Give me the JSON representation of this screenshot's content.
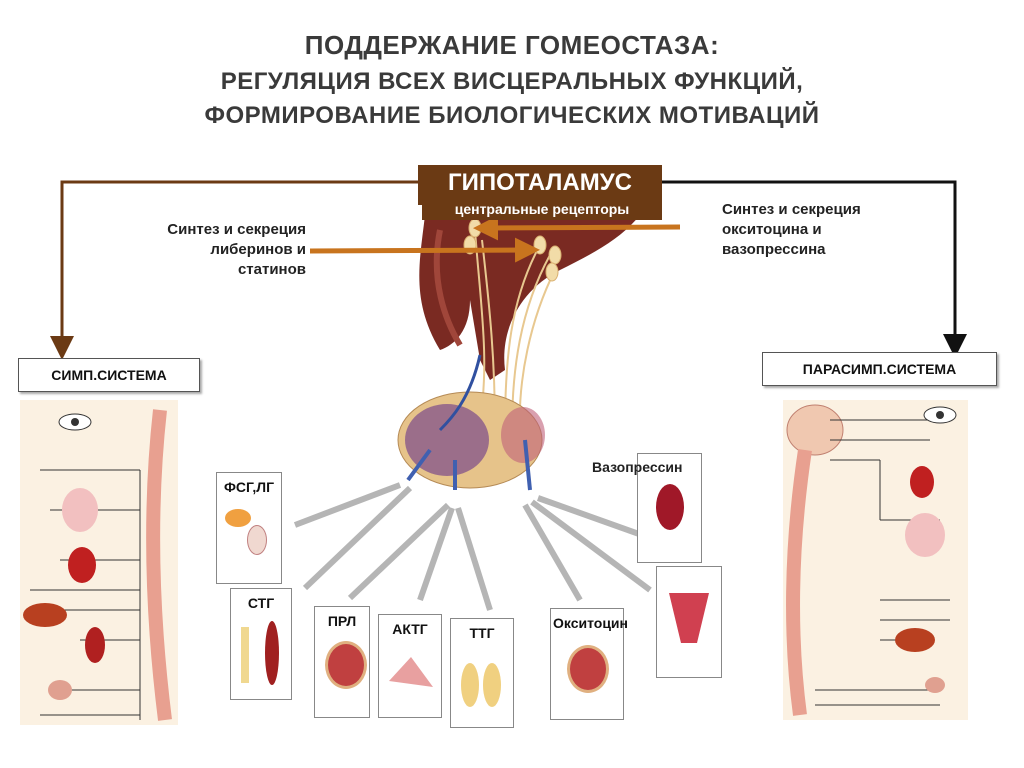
{
  "title": {
    "line1": "ПОДДЕРЖАНИЕ ГОМЕОСТАЗА:",
    "line2": "РЕГУЛЯЦИЯ ВСЕХ ВИСЦЕРАЛЬНЫХ ФУНКЦИЙ,",
    "line3": "ФОРМИРОВАНИЕ БИОЛОГИЧЕСКИХ МОТИВАЦИЙ"
  },
  "hypothalamus": {
    "label": "ГИПОТАЛАМУС",
    "receptors": "центральные рецепторы"
  },
  "left_note": [
    "Синтез и секреция",
    "либеринов и",
    "статинов"
  ],
  "right_note": [
    "Синтез и секреция",
    "окситоцина и",
    "вазопрессина"
  ],
  "systems": {
    "symp": "СИМП.СИСТЕМА",
    "parasymp": "ПАРАСИМП.СИСТЕМА"
  },
  "hormones": {
    "fsh_lh": "ФСГ,ЛГ",
    "stg": "СТГ",
    "prl": "ПРЛ",
    "aktg": "АКТГ",
    "ttg": "ТТГ",
    "oxytocin": "Окситоцин",
    "vasopressin": "Вазопрессин"
  },
  "colors": {
    "brown": "#6b3a14",
    "arrow": "#c8741e"
  }
}
